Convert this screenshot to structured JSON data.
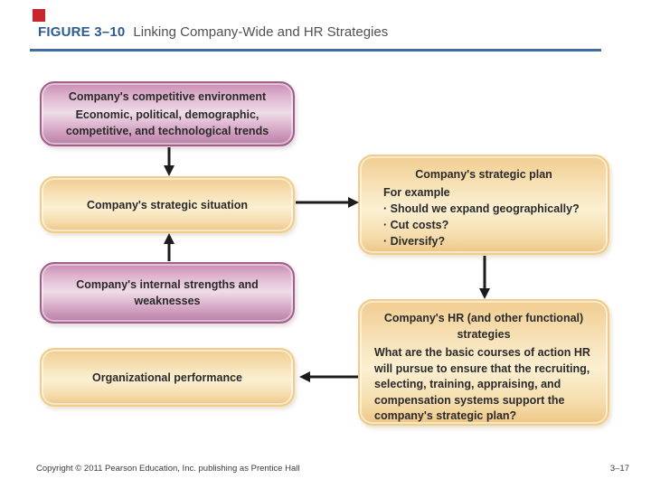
{
  "header": {
    "figure_label": "FIGURE 3–10",
    "title": "Linking Company-Wide and HR Strategies"
  },
  "colors": {
    "accent_blue": "#2d5c92",
    "rule_blue": "#3e6ca3",
    "purple_fill": "#d7a8c6",
    "purple_border": "#a25f8a",
    "yellow_fill": "#f8e6c0",
    "yellow_border": "#f0cd89",
    "arrow_black": "#1c1c1c",
    "red_marker": "#c9252c"
  },
  "diagram": {
    "boxes": {
      "competitive_environment": {
        "title": "Company's competitive environment",
        "body": "Economic, political, demographic, competitive, and technological trends"
      },
      "strategic_situation": {
        "title": "Company's strategic situation"
      },
      "internal_strengths": {
        "title": "Company's internal strengths and weaknesses"
      },
      "organizational_performance": {
        "title": "Organizational performance"
      },
      "strategic_plan": {
        "title": "Company's strategic plan",
        "intro": "For example",
        "bullets": [
          "Should we expand geographically?",
          "Cut costs?",
          "Diversify?"
        ]
      },
      "hr_strategies": {
        "title": "Company's HR (and other functional) strategies",
        "body": "What are the basic courses of action HR will pursue to ensure that the recruiting, selecting, training, appraising, and compensation systems support the company's strategic plan?"
      }
    }
  },
  "footer": {
    "copyright": "Copyright © 2011 Pearson Education, Inc. publishing as Prentice Hall",
    "page_number": "3–17"
  }
}
